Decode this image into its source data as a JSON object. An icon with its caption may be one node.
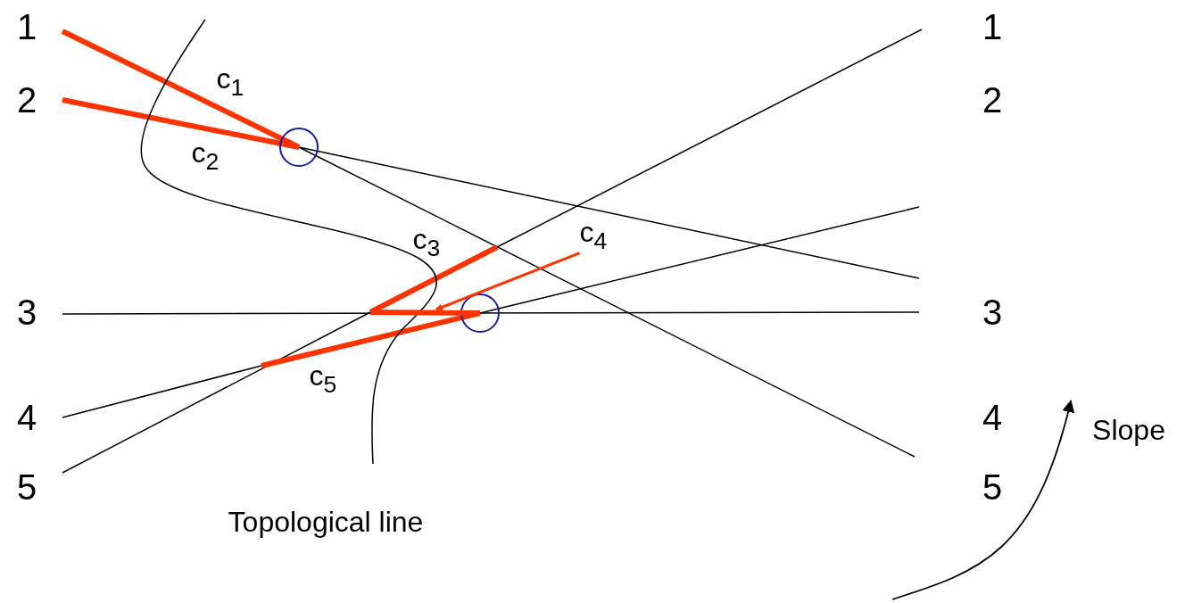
{
  "diagram": {
    "nodes": [
      {
        "text": [
          "c$_{4}$"
        ]
      },
      {
        "text": [],
        "shape": "bar"
      }
    ],
    "edges": [
      {
        "from": 0,
        "to": 1,
        "arrow": "to"
      }
    ],
    "labels": [
      "1",
      "1",
      "c$_{1}$",
      "2",
      "2",
      "c$_{2}$",
      "c$_{3}$",
      "3",
      "3",
      "c$_{5}$",
      "4",
      "4",
      "Slope",
      "5",
      "5",
      "Topological line"
    ]
  }
}
